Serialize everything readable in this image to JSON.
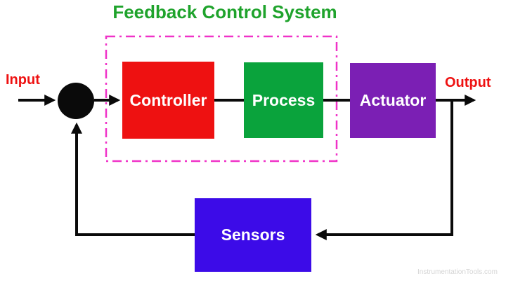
{
  "title": {
    "text": "Feedback Control System",
    "color": "#1FA32C"
  },
  "labels": {
    "input": "Input",
    "output": "Output",
    "color": "#EE1111"
  },
  "blocks": [
    {
      "id": "controller",
      "label": "Controller",
      "color": "#EE1111",
      "text_color": "#FFFFFF"
    },
    {
      "id": "process",
      "label": "Process",
      "color": "#0AA33C",
      "text_color": "#FFFFFF"
    },
    {
      "id": "actuator",
      "label": "Actuator",
      "color": "#7B1FB4",
      "text_color": "#FFFFFF"
    },
    {
      "id": "sensors",
      "label": "Sensors",
      "color": "#3C0BE8",
      "text_color": "#FFFFFF"
    }
  ],
  "junction": {
    "type": "summing-point",
    "shape": "filled-circle",
    "color": "#0A0A0A"
  },
  "dashed_region": {
    "style": "dash-dot",
    "color": "#F032C8",
    "encloses": [
      "Controller",
      "Process"
    ]
  },
  "connections": [
    {
      "from": "Input",
      "to": "summing-junction",
      "arrow": true
    },
    {
      "from": "summing-junction",
      "to": "Controller",
      "arrow": true
    },
    {
      "from": "Controller",
      "to": "Process",
      "arrow": false
    },
    {
      "from": "Process",
      "to": "Actuator",
      "arrow": false
    },
    {
      "from": "Actuator",
      "to": "Output",
      "arrow": true
    },
    {
      "from": "Output",
      "to": "Sensors",
      "arrow": true
    },
    {
      "from": "Sensors",
      "to": "summing-junction",
      "arrow": true
    }
  ],
  "line_color": "#0A0A0A",
  "watermark": "InstrumentationTools.com"
}
